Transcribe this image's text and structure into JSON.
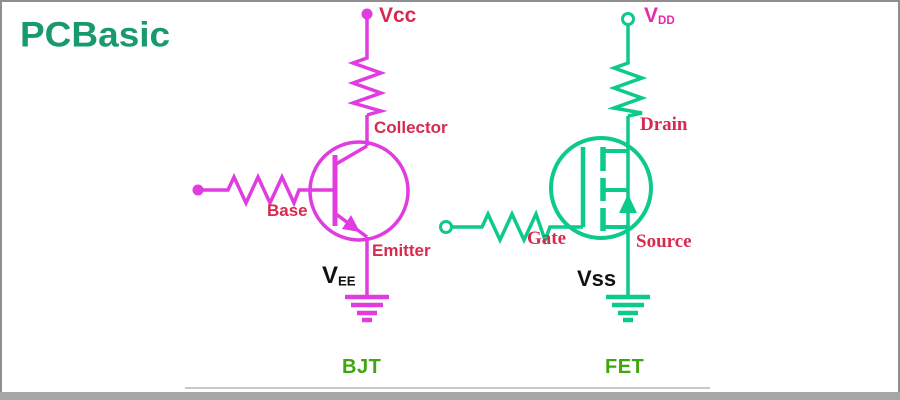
{
  "logo": {
    "text": "PCBasic"
  },
  "colors": {
    "logo_green": "#189a6e",
    "bjt_stroke": "#e03ce0",
    "fet_stroke": "#0cc98c",
    "label_red": "#d8294f",
    "supply_pink": "#e62aa8",
    "label_black": "#111111",
    "caption_green": "#3fa60b",
    "frame_border": "#8f8f8f",
    "bottom_bar": "#a6a6a6",
    "rule_line": "#c8c8c8"
  },
  "bjt": {
    "caption": "BJT",
    "supply_top": "Vcc",
    "collector": "Collector",
    "base": "Base",
    "emitter": "Emitter",
    "supply_bottom": {
      "main": "V",
      "sub": "EE"
    }
  },
  "fet": {
    "caption": "FET",
    "supply_top": {
      "main": "V",
      "sub": "DD"
    },
    "drain": "Drain",
    "gate": "Gate",
    "source": "Source",
    "supply_bottom": "Vss"
  }
}
